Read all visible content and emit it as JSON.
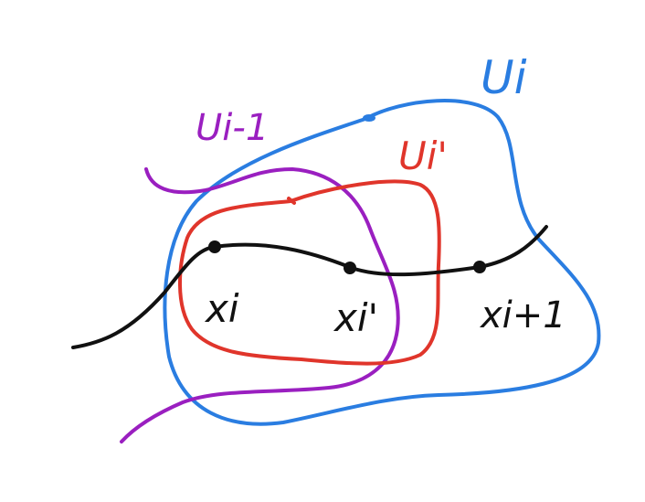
{
  "colors": {
    "curve": "#111111",
    "set_ui": "#2a7de1",
    "set_ui_prev": "#9a1fc0",
    "set_ui_prime": "#e0352b"
  },
  "labels": {
    "ui": "Ui",
    "ui_prev": "Ui-1",
    "ui_prime": "Ui'",
    "xi": "xi",
    "xi_prime": "xi'",
    "xi_next": "xi+1"
  }
}
